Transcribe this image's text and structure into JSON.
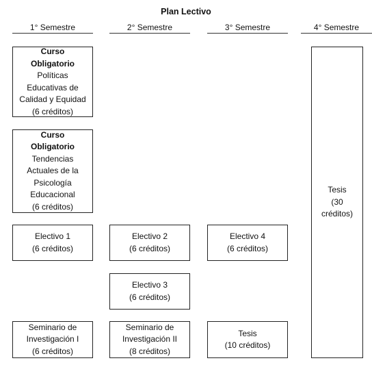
{
  "title": "Plan Lectivo",
  "semesters": [
    "1° Semestre",
    "2° Semestre",
    "3° Semestre",
    "4° Semestre"
  ],
  "boxes": {
    "politicas": {
      "heading": [
        "Curso",
        "Obligatorio"
      ],
      "lines": [
        "Políticas",
        "Educativas de",
        "Calidad y Equidad",
        "(6 créditos)"
      ]
    },
    "tendencias": {
      "heading": [
        "Curso",
        "Obligatorio"
      ],
      "lines": [
        "Tendencias",
        "Actuales de la",
        "Psicología",
        "Educacional",
        "(6 créditos)"
      ]
    },
    "electivo1": {
      "lines": [
        "Electivo 1",
        "(6 créditos)"
      ]
    },
    "electivo2": {
      "lines": [
        "Electivo 2",
        "(6 créditos)"
      ]
    },
    "electivo3": {
      "lines": [
        "Electivo 3",
        "(6 créditos)"
      ]
    },
    "electivo4": {
      "lines": [
        "Electivo 4",
        "(6 créditos)"
      ]
    },
    "seminario1": {
      "lines": [
        "Seminario de",
        "Investigación I",
        "(6 créditos)"
      ]
    },
    "seminario2": {
      "lines": [
        "Seminario de",
        "Investigación II",
        "(8 créditos)"
      ]
    },
    "tesis10": {
      "lines": [
        "Tesis",
        "(10 créditos)"
      ]
    },
    "tesis30": {
      "lines": [
        "Tesis",
        "(30",
        "créditos)"
      ]
    }
  }
}
